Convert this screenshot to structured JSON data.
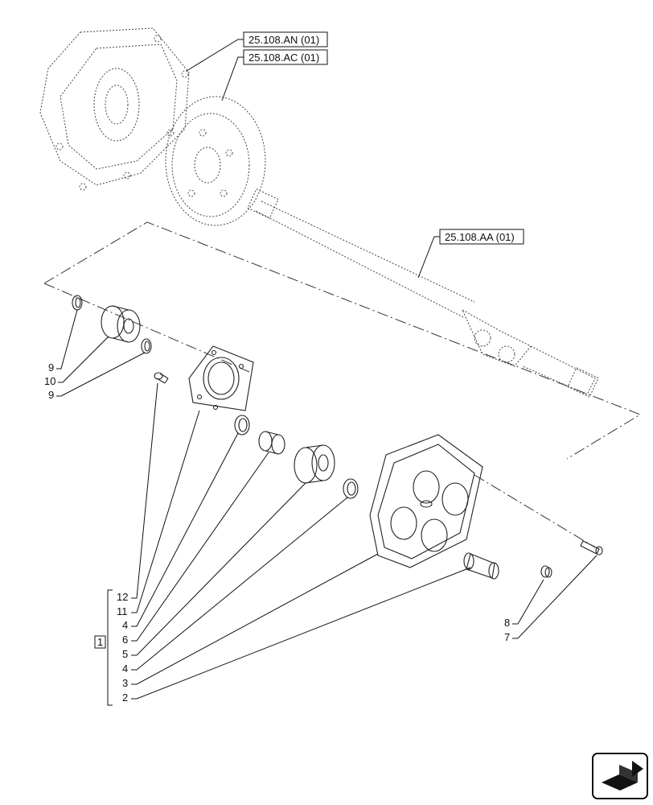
{
  "references": [
    {
      "id": "ref-25-108-an",
      "label": "25.108.AN (01)"
    },
    {
      "id": "ref-25-108-ac",
      "label": "25.108.AC (01)"
    },
    {
      "id": "ref-25-108-aa",
      "label": "25.108.AA (01)"
    }
  ],
  "callouts": {
    "left_top": [
      "9",
      "10",
      "9"
    ],
    "kit_label": "1",
    "kit_items": [
      "12",
      "11",
      "4",
      "6",
      "5",
      "4",
      "3",
      "2"
    ],
    "right": [
      "8",
      "7"
    ]
  },
  "nav": {
    "icon": "next-page-arrow-icon"
  }
}
